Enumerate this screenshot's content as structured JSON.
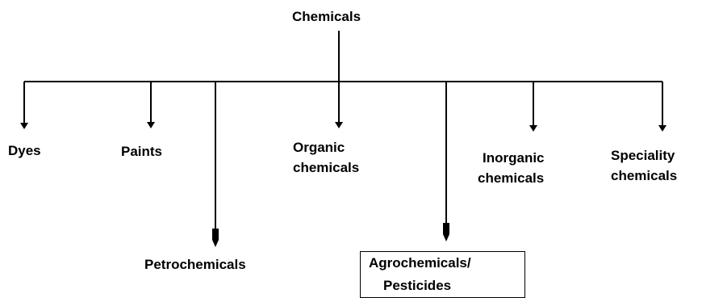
{
  "diagram": {
    "root": "Chemicals",
    "children": {
      "dyes": "Dyes",
      "paints": "Paints",
      "petrochemicals": "Petrochemicals",
      "organic": {
        "line1": "Organic",
        "line2": "chemicals"
      },
      "agrochemicals": {
        "line1": "Agrochemicals/",
        "line2": "Pesticides"
      },
      "inorganic": {
        "line1": "Inorganic",
        "line2": "chemicals"
      },
      "speciality": {
        "line1": "Speciality",
        "line2": "chemicals"
      }
    },
    "colors": {
      "line": "#000000",
      "text": "#000000",
      "background": "#ffffff"
    }
  }
}
